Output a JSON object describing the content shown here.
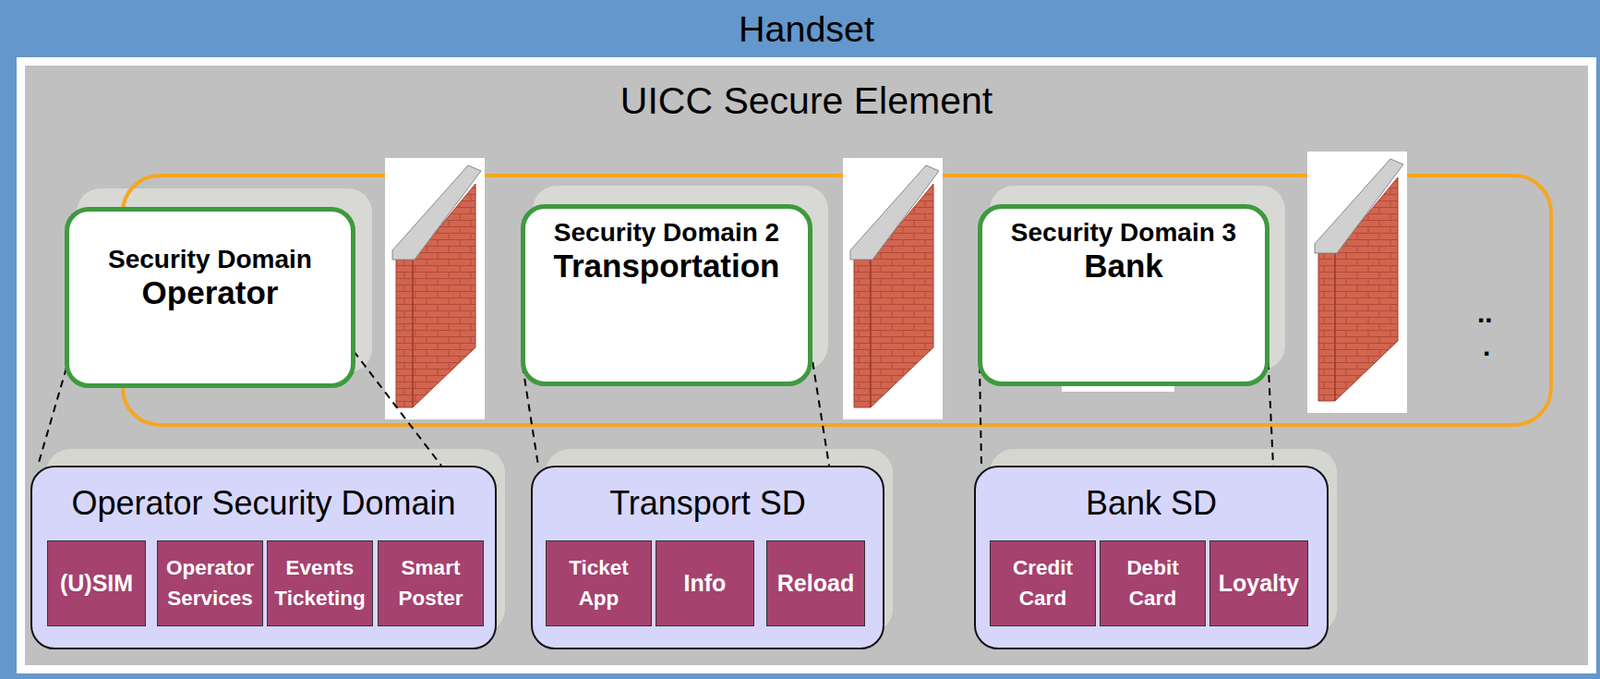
{
  "diagram": {
    "title": "Handset",
    "nodes": [
      {
        "text": [
          "Handset"
        ]
      },
      {
        "text": [
          "UICC Secure Element"
        ],
        "in": 0
      },
      {
        "text": [
          "Security Domain",
          "Operator"
        ],
        "in": 1
      },
      {
        "text": [
          "Security Domain 2",
          "Transportation"
        ],
        "in": 1
      },
      {
        "text": [
          "Security Domain 3",
          "Bank"
        ],
        "in": 1
      },
      {
        "text": [
          "Operator Security Domain"
        ],
        "in": 1
      },
      {
        "text": [
          "(U)SIM"
        ],
        "in": 5
      },
      {
        "text": [
          "Operator Services"
        ],
        "in": 5
      },
      {
        "text": [
          "Events Ticketing"
        ],
        "in": 5
      },
      {
        "text": [
          "Smart Poster"
        ],
        "in": 5
      },
      {
        "text": [
          "Transport SD"
        ],
        "in": 1
      },
      {
        "text": [
          "Ticket App"
        ],
        "in": 10
      },
      {
        "text": [
          "Info"
        ],
        "in": 10
      },
      {
        "text": [
          "Reload"
        ],
        "in": 10
      },
      {
        "text": [
          "Bank SD"
        ],
        "in": 1
      },
      {
        "text": [
          "Credit Card"
        ],
        "in": 14
      },
      {
        "text": [
          "Debit Card"
        ],
        "in": 14
      },
      {
        "text": [
          "Loyalty"
        ],
        "in": 14
      }
    ],
    "edges": [
      {
        "from": 2,
        "to": 5,
        "arrow": "none"
      },
      {
        "from": 3,
        "to": 10,
        "arrow": "none"
      },
      {
        "from": 4,
        "to": 14,
        "arrow": "none"
      }
    ],
    "labels": [
      "..",
      "."
    ]
  }
}
